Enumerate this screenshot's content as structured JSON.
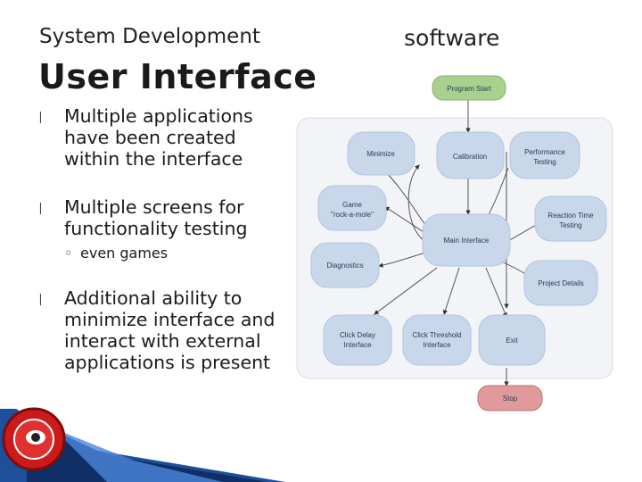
{
  "slide": {
    "subtitle": "System Development",
    "title": "User Interface",
    "right_title": "software",
    "bullets": [
      {
        "text": "Multiple applications have been created within the interface"
      },
      {
        "text": "Multiple screens for functionality testing",
        "sub": "even games"
      },
      {
        "text": "Additional ability to minimize interface and interact with external applications is present"
      }
    ]
  },
  "diagram": {
    "nodes": {
      "program_start": {
        "lines": [
          "Program Start"
        ]
      },
      "minimize": {
        "lines": [
          "Minimize"
        ]
      },
      "calibration": {
        "lines": [
          "Calibration"
        ]
      },
      "performance": {
        "lines": [
          "Performance",
          "Testing"
        ]
      },
      "game": {
        "lines": [
          "Game",
          "\"rock-a-mole\""
        ]
      },
      "main_interface": {
        "lines": [
          "Main Interface"
        ]
      },
      "reaction": {
        "lines": [
          "Reaction Time",
          "Testing"
        ]
      },
      "diagnostics": {
        "lines": [
          "Diagnostics"
        ]
      },
      "project_details": {
        "lines": [
          "Project Details"
        ]
      },
      "click_delay": {
        "lines": [
          "Click Delay",
          "Interface"
        ]
      },
      "click_threshold": {
        "lines": [
          "Click Threshold",
          "Interface"
        ]
      },
      "exit": {
        "lines": [
          "Exit"
        ]
      },
      "stop": {
        "lines": [
          "Stop"
        ]
      }
    },
    "colors": {
      "start": "#a9d18e",
      "node": "#c9d7ea",
      "stop": "#e09a9a",
      "panel": "#f2f4f7"
    }
  }
}
